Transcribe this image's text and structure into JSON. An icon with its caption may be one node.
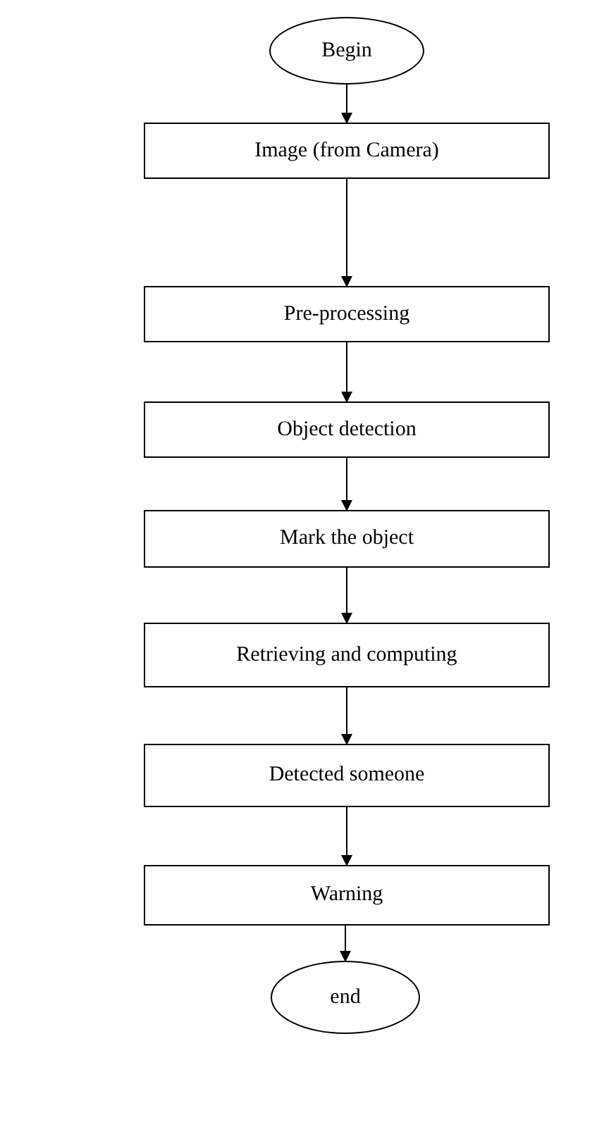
{
  "diagram": {
    "nodes": [
      {
        "text": [
          "Begin"
        ]
      },
      {
        "text": [
          "Image (from Camera)"
        ]
      },
      {
        "text": [
          "Pre-processing"
        ]
      },
      {
        "text": [
          "Object detection"
        ]
      },
      {
        "text": [
          "Mark the object"
        ]
      },
      {
        "text": [
          "Retrieving and computing"
        ]
      },
      {
        "text": [
          "Detected someone"
        ]
      },
      {
        "text": [
          "Warning"
        ]
      },
      {
        "text": [
          "end"
        ]
      }
    ],
    "edges": [
      {
        "from": 0,
        "to": 1,
        "arrow": "to"
      },
      {
        "from": 1,
        "to": 2,
        "arrow": "to"
      },
      {
        "from": 2,
        "to": 3,
        "arrow": "to"
      },
      {
        "from": 3,
        "to": 4,
        "arrow": "to"
      },
      {
        "from": 4,
        "to": 5,
        "arrow": "to"
      },
      {
        "from": 5,
        "to": 6,
        "arrow": "to"
      },
      {
        "from": 6,
        "to": 7,
        "arrow": "to"
      },
      {
        "from": 7,
        "to": 8,
        "arrow": "to"
      }
    ]
  }
}
